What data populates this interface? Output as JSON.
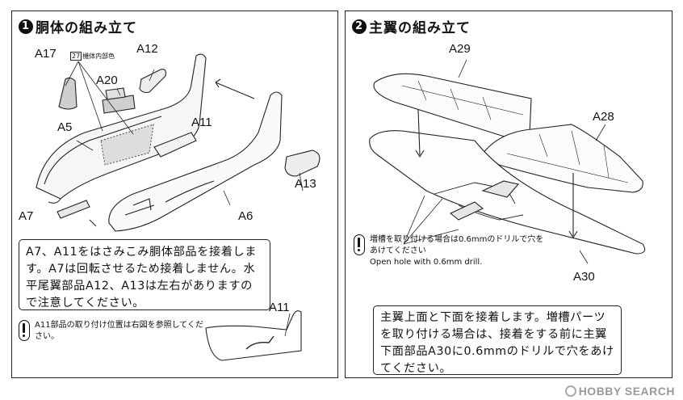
{
  "step1": {
    "number": "1",
    "title": "胴体の組み立て",
    "labels": {
      "a17": "A17",
      "a12": "A12",
      "a20": "A20",
      "a5": "A5",
      "a11": "A11",
      "a13": "A13",
      "a7": "A7",
      "a6": "A6",
      "a11_inset": "A11"
    },
    "paint_code": "27",
    "paint_label": "機体内部色",
    "instruction": "A7、A11をはさみこみ胴体部品を接着します。A7は回転させるため接着しません。水平尾翼部品A12、A13は左右がありますので注意してください。",
    "note": "A11部品の取り付け位置は右図を参照してください。"
  },
  "step2": {
    "number": "2",
    "title": "主翼の組み立て",
    "labels": {
      "a29": "A29",
      "a28": "A28",
      "a30": "A30"
    },
    "note_jp": "増槽を取り付ける場合は0.6mmのドリルで穴をあけてください",
    "note_en": "Open hole with 0.6mm drill.",
    "instruction": "主翼上面と下面を接着します。増槽パーツを取り付ける場合は、接着をする前に主翼下面部品A30に0.6mmのドリルで穴をあけてください。"
  },
  "watermark": "HOBBY SEARCH"
}
